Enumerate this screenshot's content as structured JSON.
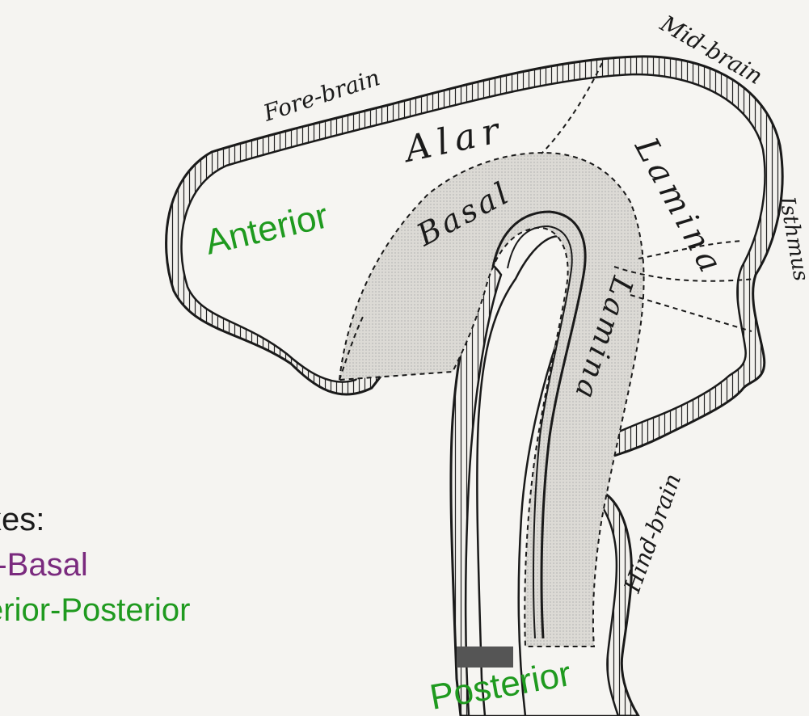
{
  "diagram": {
    "region_labels": {
      "fore_brain": "Fore-brain",
      "mid_brain": "Mid-brain",
      "isthmus": "Isthmus",
      "hind_brain": "Hind-brain"
    },
    "lamina_labels": {
      "alar": "Alar",
      "lamina_upper": "Lamina",
      "basal": "Basal",
      "lamina_lower": "Lamina"
    },
    "axis_labels": {
      "anterior": "Anterior",
      "posterior": "Posterior"
    }
  },
  "caption": {
    "heading": "xes:",
    "line_alar_basal": "r-Basal",
    "line_anterior_posterior": "erior-Posterior"
  },
  "colors": {
    "axis_green": "#1f9a1f",
    "alar_basal_purple": "#7a2a7e",
    "ink": "#1a1a1a",
    "basal_shade": "#d8d6d2"
  }
}
